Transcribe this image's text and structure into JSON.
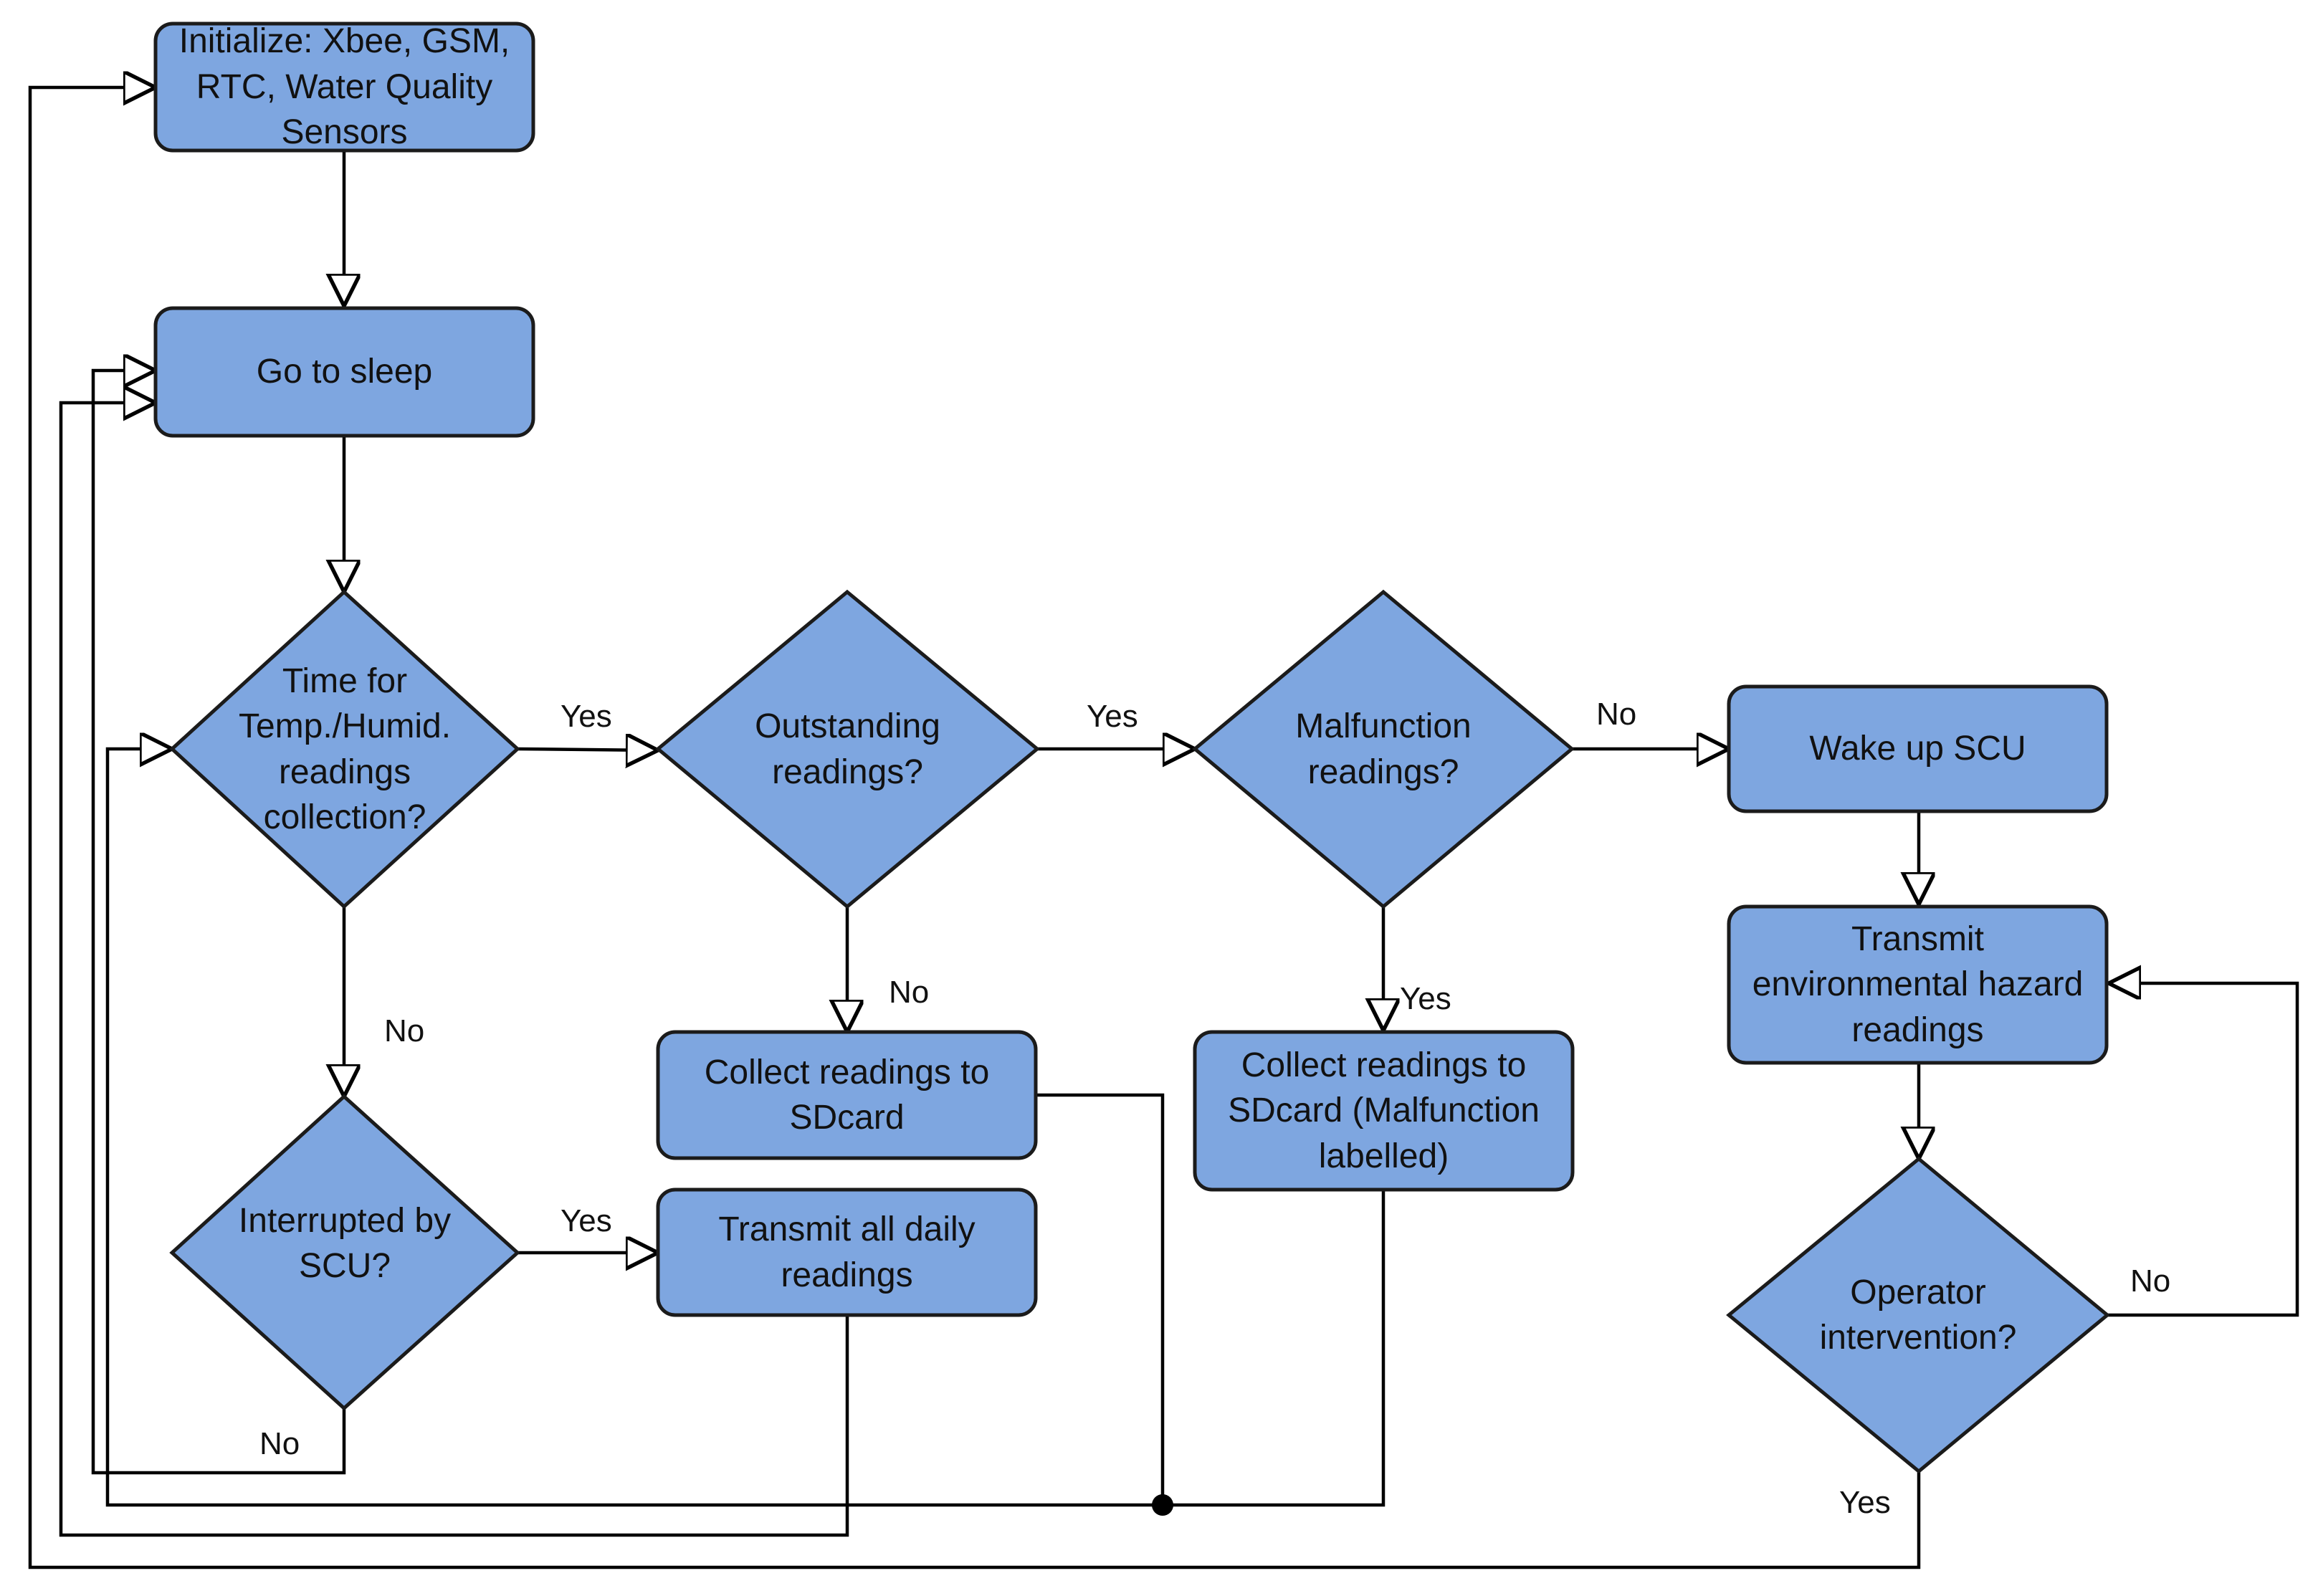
{
  "colors": {
    "node_fill": "#7EA6E0",
    "node_stroke": "#1b1b1b",
    "edge": "#000000"
  },
  "nodes": {
    "initialize": "Initialize: Xbee, GSM,\nRTC, Water Quality\nSensors",
    "sleep": "Go to sleep",
    "time_check": "Time for\nTemp./Humid.\nreadings\ncollection?",
    "outstanding": "Outstanding\nreadings?",
    "malfunction": "Malfunction\nreadings?",
    "wake_scu": "Wake up SCU",
    "collect_sd": "Collect readings to\nSDcard",
    "collect_sd_malf": "Collect readings to\nSDcard (Malfunction\nlabelled)",
    "transmit_hazard": "Transmit\nenvironmental hazard\nreadings",
    "interrupted": "Interrupted by\nSCU?",
    "transmit_daily": "Transmit all daily\nreadings",
    "operator": "Operator\nintervention?"
  },
  "labels": {
    "time_yes": "Yes",
    "time_no": "No",
    "outstanding_yes": "Yes",
    "outstanding_no": "No",
    "malfunction_no": "No",
    "malfunction_yes": "Yes",
    "interrupted_yes": "Yes",
    "interrupted_no": "No",
    "operator_no": "No",
    "operator_yes": "Yes"
  }
}
